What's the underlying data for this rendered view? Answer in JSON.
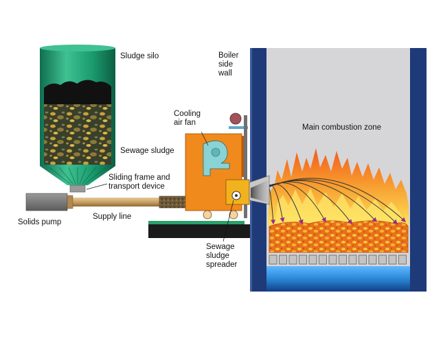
{
  "labels": {
    "sludge_silo": "Sludge silo",
    "sewage_sludge": "Sewage sludge",
    "solids_pump": "Solids pump",
    "supply_line": "Supply line",
    "sliding_frame_1": "Sliding frame and",
    "sliding_frame_2": "transport device",
    "cooling_fan_1": "Cooling",
    "cooling_fan_2": "air fan",
    "boiler_wall_1": "Boiler",
    "boiler_wall_2": "side",
    "boiler_wall_3": "wall",
    "combustion_zone": "Main combustion zone",
    "spreader_1": "Sewage",
    "spreader_2": "sludge",
    "spreader_3": "spreader"
  },
  "colors": {
    "silo_green": "#1a9a6e",
    "boiler_wall_navy": "#1f3a78",
    "chamber_grey": "#d6d6d8",
    "pipe_tan": "#c9a165",
    "spreader_orange": "#f08a1c",
    "fan_teal": "#8ad3d4",
    "flame_orange": "#f5862b",
    "bed_orange": "#e8701c",
    "grate_grey": "#c4c4c4",
    "ash_blue": "#2a88d6"
  }
}
